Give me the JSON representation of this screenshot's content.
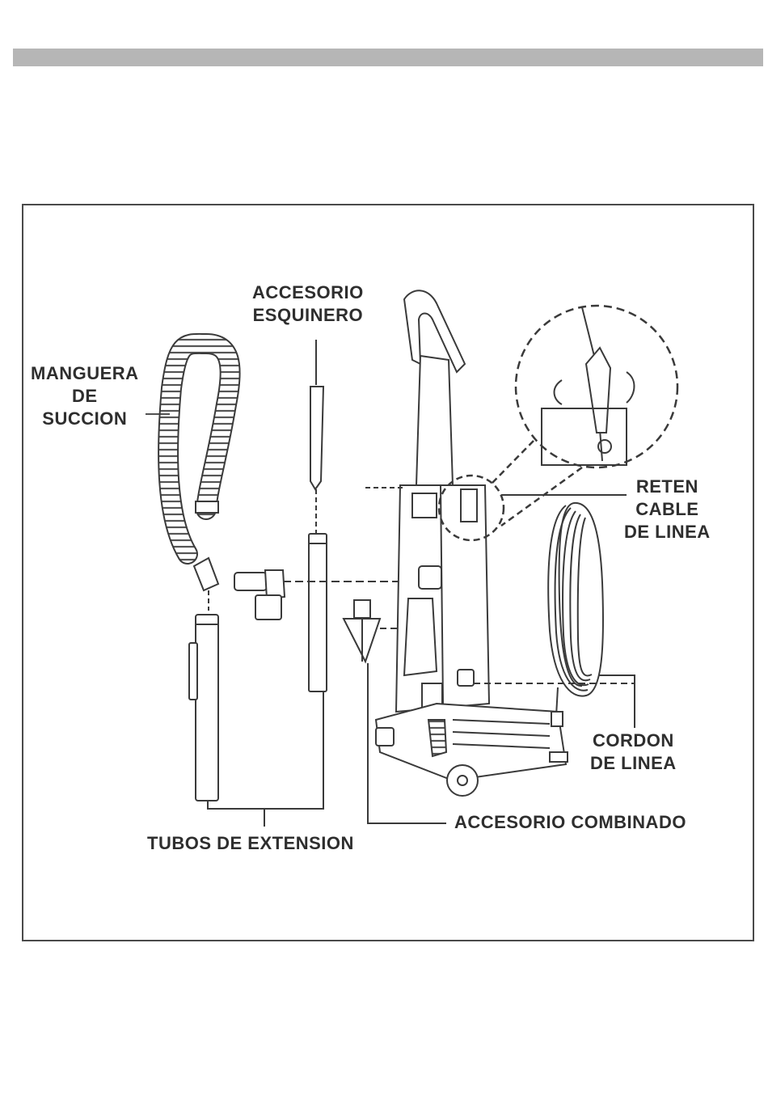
{
  "labels": {
    "corner_tool": [
      "ACCESORIO",
      "ESQUINERO"
    ],
    "suction_hose": [
      "MANGUERA",
      "DE",
      "SUCCION"
    ],
    "cord_retainer": [
      "RETEN",
      "CABLE",
      "DE LINEA"
    ],
    "power_cord": [
      "CORDON",
      "DE LINEA"
    ],
    "combination_tool": "ACCESORIO COMBINADO",
    "extension_wands": "TUBOS DE EXTENSION"
  },
  "colors": {
    "ink": "#2e2e2e",
    "header_bar": "#b6b6b6",
    "frame": "#4a4a4a"
  }
}
